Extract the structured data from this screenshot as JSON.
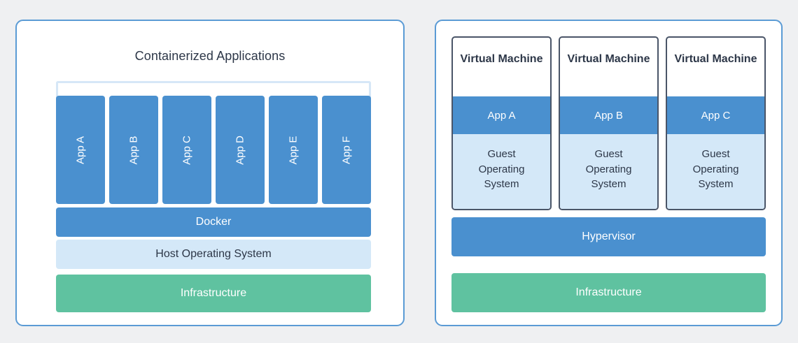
{
  "background_color": "#eff0f2",
  "colors": {
    "panel_border": "#5b9bd5",
    "blue": "#4a90cf",
    "light_blue": "#d4e8f8",
    "bracket": "#d6e7f7",
    "green": "#5fc2a0",
    "text_dark": "#2d3748",
    "vm_border": "#4a5568"
  },
  "left_panel": {
    "title": "Containerized Applications",
    "apps": [
      {
        "label": "App A"
      },
      {
        "label": "App B"
      },
      {
        "label": "App C"
      },
      {
        "label": "App D"
      },
      {
        "label": "App E"
      },
      {
        "label": "App F"
      }
    ],
    "layers": {
      "docker": "Docker",
      "host_os": "Host Operating System",
      "infrastructure": "Infrastructure"
    }
  },
  "right_panel": {
    "vms": [
      {
        "title": "Virtual Machine",
        "app": "App A",
        "guest_os": "Guest\nOperating\nSystem"
      },
      {
        "title": "Virtual Machine",
        "app": "App B",
        "guest_os": "Guest\nOperating\nSystem"
      },
      {
        "title": "Virtual Machine",
        "app": "App C",
        "guest_os": "Guest\nOperating\nSystem"
      }
    ],
    "layers": {
      "hypervisor": "Hypervisor",
      "infrastructure": "Infrastructure"
    }
  }
}
